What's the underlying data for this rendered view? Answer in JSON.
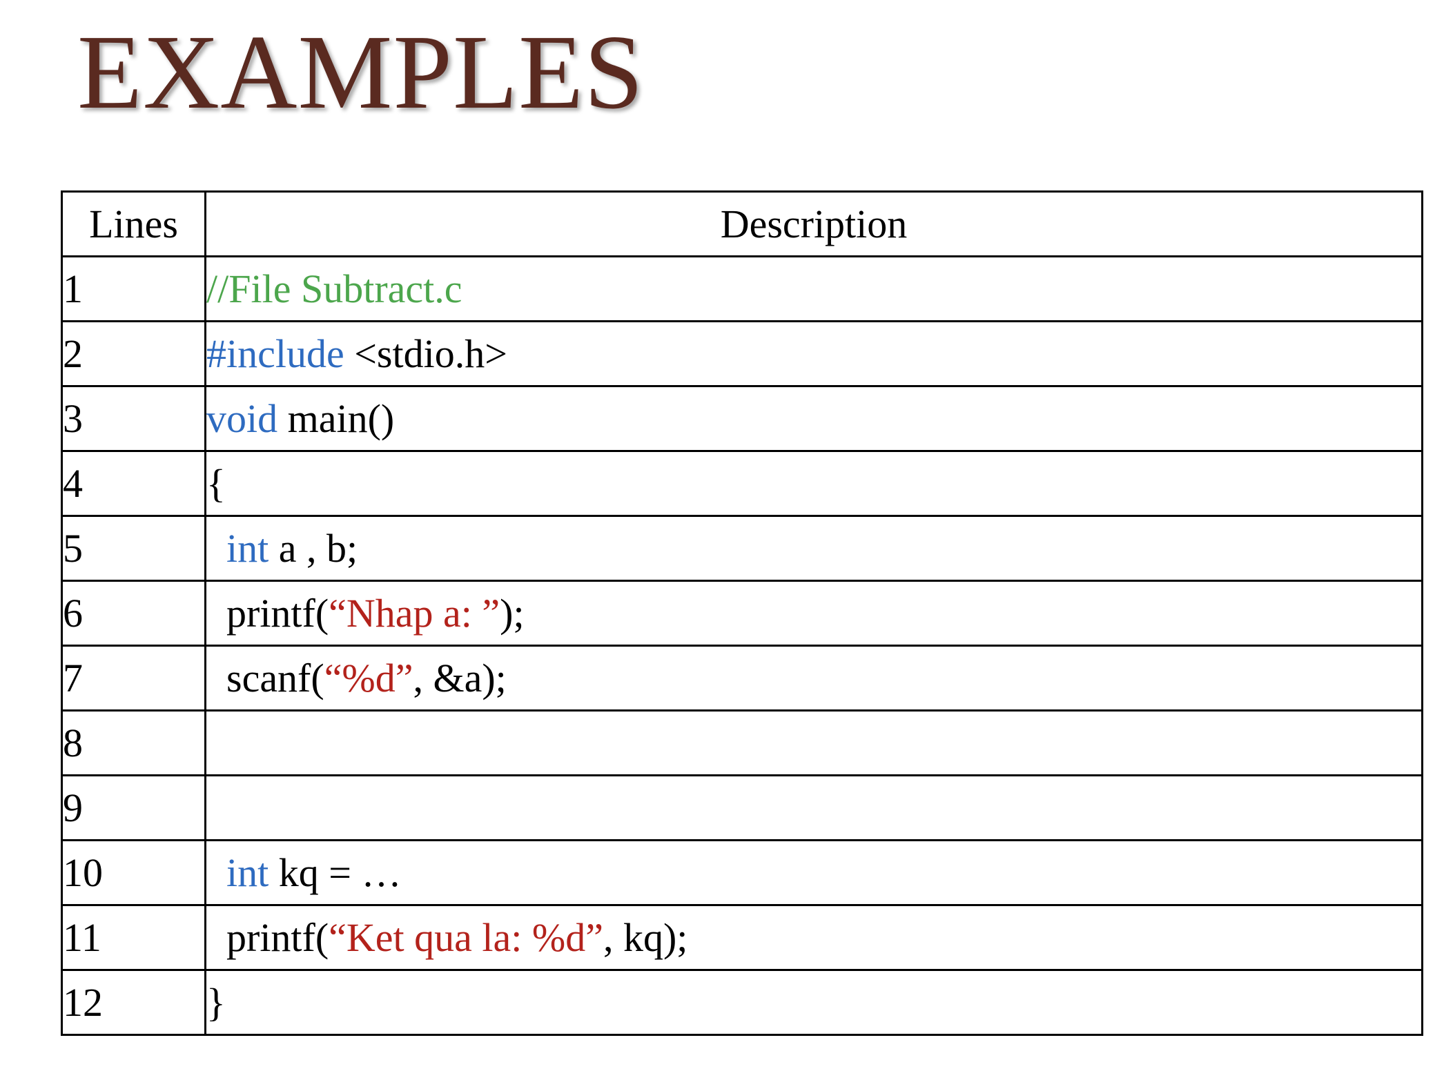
{
  "slide": {
    "title": "EXAMPLES"
  },
  "table": {
    "headers": {
      "lines": "Lines",
      "description": "Description"
    },
    "rows": [
      {
        "line": "1",
        "tokens": [
          {
            "type": "comment",
            "text": "//File Subtract.c"
          }
        ]
      },
      {
        "line": "2",
        "tokens": [
          {
            "type": "keyword",
            "text": "#include"
          },
          {
            "type": "plain",
            "text": " <stdio.h>"
          }
        ]
      },
      {
        "line": "3",
        "tokens": [
          {
            "type": "keyword",
            "text": "void"
          },
          {
            "type": "plain",
            "text": " main()"
          }
        ]
      },
      {
        "line": "4",
        "tokens": [
          {
            "type": "plain",
            "text": "{"
          }
        ]
      },
      {
        "line": "5",
        "tokens": [
          {
            "type": "plain",
            "text": "  "
          },
          {
            "type": "keyword",
            "text": "int"
          },
          {
            "type": "plain",
            "text": " a , b;"
          }
        ]
      },
      {
        "line": "6",
        "tokens": [
          {
            "type": "plain",
            "text": "  printf("
          },
          {
            "type": "string",
            "text": "“Nhap a: ”"
          },
          {
            "type": "plain",
            "text": ");"
          }
        ]
      },
      {
        "line": "7",
        "tokens": [
          {
            "type": "plain",
            "text": "  scanf("
          },
          {
            "type": "string",
            "text": "“%d”"
          },
          {
            "type": "plain",
            "text": ", &a);"
          }
        ]
      },
      {
        "line": "8",
        "tokens": []
      },
      {
        "line": "9",
        "tokens": []
      },
      {
        "line": "10",
        "tokens": [
          {
            "type": "plain",
            "text": "  "
          },
          {
            "type": "keyword",
            "text": "int"
          },
          {
            "type": "plain",
            "text": " kq = …"
          }
        ]
      },
      {
        "line": "11",
        "tokens": [
          {
            "type": "plain",
            "text": "  printf("
          },
          {
            "type": "string",
            "text": "“Ket qua la: %d”"
          },
          {
            "type": "plain",
            "text": ", kq);"
          }
        ]
      },
      {
        "line": "12",
        "tokens": [
          {
            "type": "plain",
            "text": "}"
          }
        ]
      }
    ]
  },
  "colors": {
    "title": "#5a2a20",
    "comment": "#4ca64c",
    "keyword": "#2e6bc0",
    "string": "#b3221b",
    "plain": "#000000",
    "border": "#000000"
  }
}
